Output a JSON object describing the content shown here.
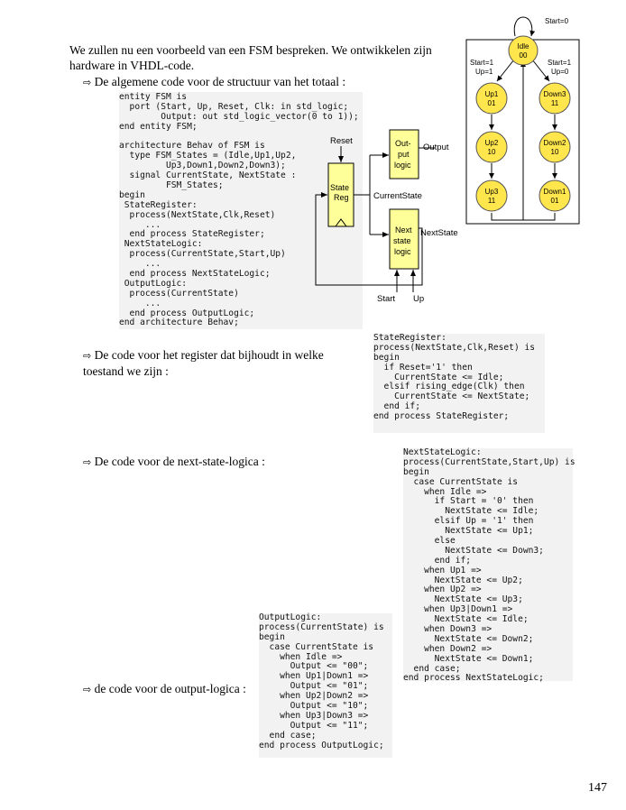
{
  "intro": {
    "line1": "We zullen nu een voorbeeld van een FSM bespreken. We ontwikkelen zijn",
    "line2": "hardware in VHDL-code."
  },
  "bullets": {
    "general": "De algemene code voor de structuur van het totaal :",
    "register_1": "De code voor het register dat bijhoudt in welke",
    "register_2": "toestand we zijn :",
    "nextstate": "De code voor de next-state-logica :",
    "output": "de code voor de output-logica :"
  },
  "code_general": [
    "entity FSM is",
    "  port (Start, Up, Reset, Clk: in std_logic;",
    "        Output: out std_logic_vector(0 to 1));",
    "end entity FSM;",
    "",
    "architecture Behav of FSM is",
    "  type FSM_States = (Idle,Up1,Up2,",
    "         Up3,Down1,Down2,Down3);",
    "  signal CurrentState, NextState :",
    "         FSM_States;",
    "begin",
    " StateRegister:",
    "  process(NextState,Clk,Reset)",
    "     ...",
    "  end process StateRegister;",
    " NextStateLogic:",
    "  process(CurrentState,Start,Up)",
    "     ...",
    "  end process NextStateLogic;",
    " OutputLogic:",
    "  process(CurrentState)",
    "     ...",
    "  end process OutputLogic;",
    "end architecture Behav;"
  ],
  "code_register": [
    "StateRegister:",
    "process(NextState,Clk,Reset) is",
    "begin",
    "  if Reset='1' then",
    "    CurrentState <= Idle;",
    "  elsif rising_edge(Clk) then",
    "    CurrentState <= NextState;",
    "  end if;",
    "end process StateRegister;"
  ],
  "code_nextstate": [
    "NextStateLogic:",
    "process(CurrentState,Start,Up) is",
    "begin",
    "  case CurrentState is",
    "    when Idle =>",
    "      if Start = '0' then",
    "        NextState <= Idle;",
    "      elsif Up = '1' then",
    "        NextState <= Up1;",
    "      else",
    "        NextState <= Down3;",
    "      end if;",
    "    when Up1 =>",
    "      NextState <= Up2;",
    "    when Up2 =>",
    "      NextState <= Up3;",
    "    when Up3|Down1 =>",
    "      NextState <= Idle;",
    "    when Down3 =>",
    "      NextState <= Down2;",
    "    when Down2 =>",
    "      NextState <= Down1;",
    "  end case;",
    "end process NextStateLogic;"
  ],
  "code_output": [
    "OutputLogic:",
    "process(CurrentState) is",
    "begin",
    "  case CurrentState is",
    "    when Idle =>",
    "      Output <= \"00\";",
    "    when Up1|Down1 =>",
    "      Output <= \"01\";",
    "    when Up2|Down2 =>",
    "      Output <= \"10\";",
    "    when Up3|Down3 =>",
    "      Output <= \"11\";",
    "  end case;",
    "end process OutputLogic;"
  ],
  "block_diagram": {
    "reset": "Reset",
    "state_reg_1": "State",
    "state_reg_2": "Reg",
    "output_logic_1": "Out-",
    "output_logic_2": "put",
    "output_logic_3": "logic",
    "output": "Output",
    "current_state": "CurrentState",
    "next_state_logic_1": "Next",
    "next_state_logic_2": "state",
    "next_state_logic_3": "logic",
    "next_state": "NextState",
    "start": "Start",
    "up": "Up",
    "fill_color": "#ffff99"
  },
  "state_diagram": {
    "self_loop": "Start=0",
    "left_cond_1": "Start=1",
    "left_cond_2": "Up=1",
    "right_cond_1": "Start=1",
    "right_cond_2": "Up=0",
    "states": [
      {
        "name": "Idle",
        "code": "00"
      },
      {
        "name": "Up1",
        "code": "01"
      },
      {
        "name": "Up2",
        "code": "10"
      },
      {
        "name": "Up3",
        "code": "11"
      },
      {
        "name": "Down3",
        "code": "11"
      },
      {
        "name": "Down2",
        "code": "10"
      },
      {
        "name": "Down1",
        "code": "01"
      }
    ],
    "fill_color": "#ffe64d"
  },
  "page_number": "147"
}
